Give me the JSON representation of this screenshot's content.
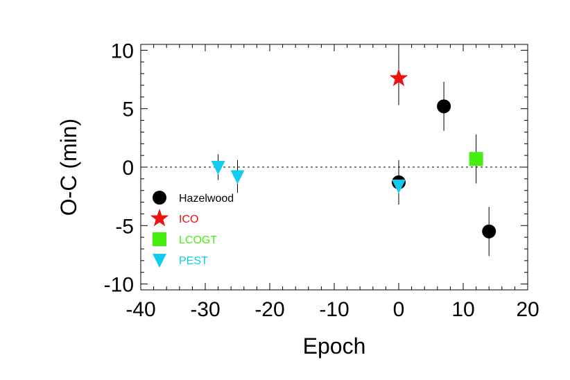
{
  "chart_data": {
    "type": "scatter",
    "xlabel": "Epoch",
    "ylabel": "O-C (min)",
    "xlim": [
      -40,
      20
    ],
    "ylim": [
      -10.5,
      10.5
    ],
    "x_ticks": [
      "-40",
      "-30",
      "-20",
      "-10",
      "0",
      "10",
      "20"
    ],
    "y_ticks": [
      "10",
      "5",
      "0",
      "-5",
      "-10"
    ],
    "reference_line": {
      "y": 0,
      "style": "dotted"
    },
    "legend_position": "left",
    "series": [
      {
        "name": "Hazelwood",
        "marker": "circle",
        "color": "#000000",
        "points": [
          {
            "x": 0,
            "y": -1.3,
            "err": 1.9
          },
          {
            "x": 7,
            "y": 5.2,
            "err": 2.1
          },
          {
            "x": 14,
            "y": -5.5,
            "err": 2.1
          }
        ]
      },
      {
        "name": "ICO",
        "marker": "star",
        "color": "#ee1111",
        "points": [
          {
            "x": 0,
            "y": 7.6,
            "err": 2.3
          }
        ]
      },
      {
        "name": "LCOGT",
        "marker": "square",
        "color": "#44ee11",
        "points": [
          {
            "x": 12,
            "y": 0.7,
            "err": 2.1
          }
        ]
      },
      {
        "name": "PEST",
        "marker": "triangle-down",
        "color": "#11ccee",
        "points": [
          {
            "x": -28,
            "y": 0.0,
            "err": 1.1
          },
          {
            "x": -25,
            "y": -0.8,
            "err": 1.4
          },
          {
            "x": 0,
            "y": -1.6,
            "err": 0.0
          }
        ]
      }
    ]
  }
}
